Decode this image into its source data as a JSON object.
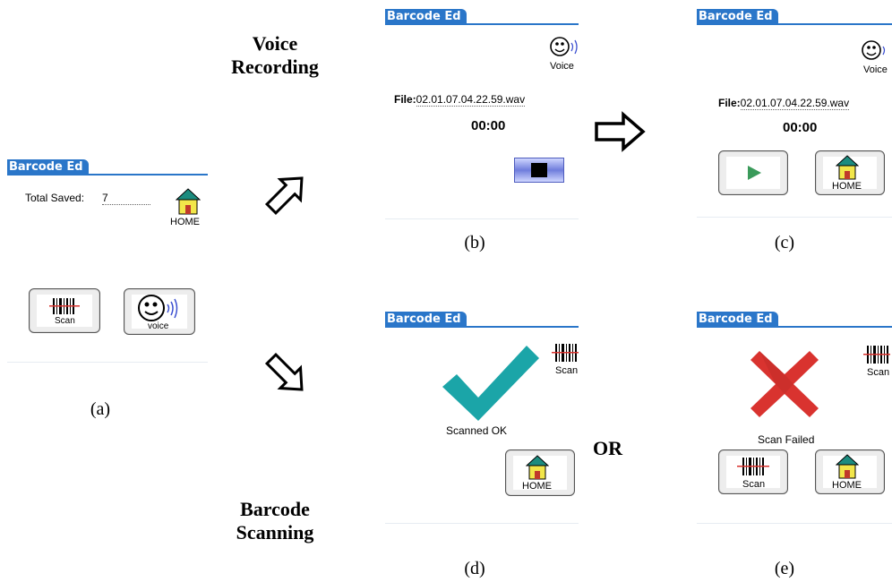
{
  "flow_labels": {
    "voice": "Voice\nRecording",
    "barcode": "Barcode\nScanning",
    "or": "OR"
  },
  "captions": {
    "a": "(a)",
    "b": "(b)",
    "c": "(c)",
    "d": "(d)",
    "e": "(e)"
  },
  "app": {
    "title": "Barcode Ed"
  },
  "screen_a": {
    "total_saved_label": "Total Saved:",
    "total_saved_value": "7",
    "home_label": "HOME",
    "scan_label": "Scan",
    "voice_label": "voice"
  },
  "screen_b": {
    "voice_label": "Voice",
    "file_label": "File:",
    "file_name": "02.01.07.04.22.59.wav",
    "timer": "00:00"
  },
  "screen_c": {
    "voice_label": "Voice",
    "file_label": "File:",
    "file_name": "02.01.07.04.22.59.wav",
    "timer": "00:00",
    "home_label": "HOME"
  },
  "screen_d": {
    "scan_label": "Scan",
    "status": "Scanned OK",
    "home_label": "HOME"
  },
  "screen_e": {
    "scan_label": "Scan",
    "status": "Scan Failed",
    "scan_button_label": "Scan",
    "home_label": "HOME"
  },
  "colors": {
    "titlebar": "#2a76c9",
    "check": "#1ba5a8",
    "cross": "#d9332f",
    "house_roof": "#1c8c7f",
    "house_wall": "#f2e64a",
    "house_door": "#c0392b"
  }
}
